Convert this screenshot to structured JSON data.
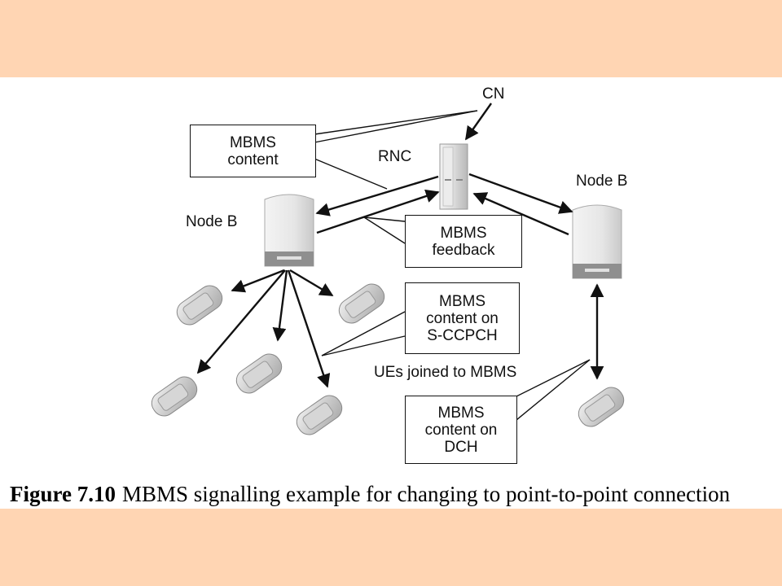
{
  "diagram": {
    "labels": {
      "cn": "CN",
      "rnc": "RNC",
      "node_b_left": "Node B",
      "node_b_right": "Node B",
      "ues_joined": "UEs joined to MBMS"
    },
    "boxes": {
      "mbms_content": "MBMS\ncontent",
      "mbms_feedback": "MBMS\nfeedback",
      "content_sccpch": "MBMS\ncontent on\nS-CCPCH",
      "content_dch": "MBMS\ncontent on\nDCH"
    },
    "caption": {
      "number": "Figure 7.10",
      "text": "MBMS signalling example for changing to point-to-point connection"
    }
  },
  "colors": {
    "band": "#ffd5b3",
    "slide": "#ffffff",
    "ink": "#111111"
  }
}
